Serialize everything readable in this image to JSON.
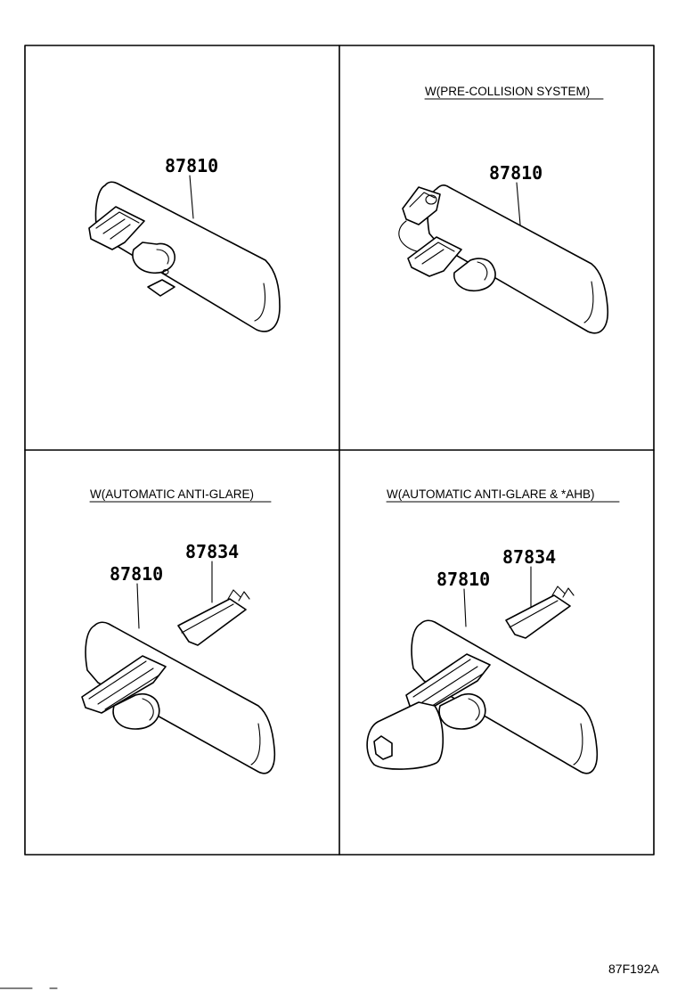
{
  "panels": [
    {
      "variant": "",
      "callouts": [
        "87810"
      ]
    },
    {
      "variant": "W(PRE-COLLISION SYSTEM)",
      "callouts": [
        "87810"
      ]
    },
    {
      "variant": "W(AUTOMATIC ANTI-GLARE)",
      "callouts": [
        "87834",
        "87810"
      ]
    },
    {
      "variant": "W(AUTOMATIC ANTI-GLARE & *AHB)",
      "callouts": [
        "87834",
        "87810"
      ]
    }
  ],
  "illustration_code": "87F192A"
}
